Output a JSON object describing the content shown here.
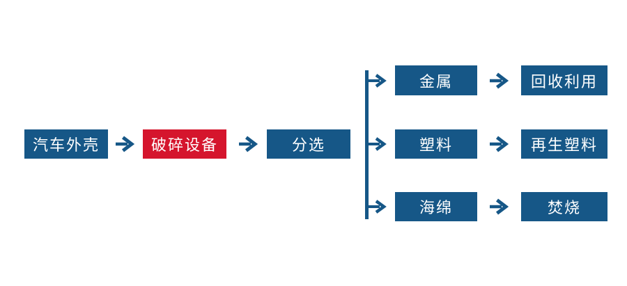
{
  "colors": {
    "node_blue": "#165787",
    "node_red": "#D5152D",
    "connector_blue": "#165787",
    "text": "#FFFFFF",
    "background": "#FFFFFF"
  },
  "flow": {
    "main_chain": [
      {
        "label": "汽车外壳",
        "style": "blue"
      },
      {
        "label": "破碎设备",
        "style": "red"
      },
      {
        "label": "分选",
        "style": "blue"
      }
    ],
    "branches": [
      {
        "material": "金属",
        "outcome": "回收利用"
      },
      {
        "material": "塑料",
        "outcome": "再生塑料"
      },
      {
        "material": "海绵",
        "outcome": "焚烧"
      }
    ]
  },
  "icons": {
    "arrow_right": "→"
  }
}
